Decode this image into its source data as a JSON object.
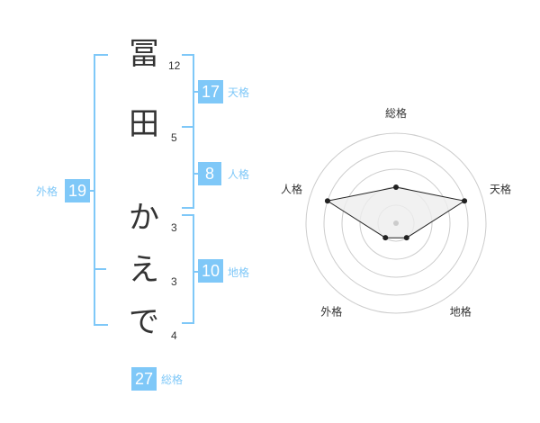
{
  "name": {
    "chars": [
      {
        "char": "冨",
        "strokes": "12"
      },
      {
        "char": "田",
        "strokes": "5"
      },
      {
        "char": "か",
        "strokes": "3"
      },
      {
        "char": "え",
        "strokes": "3"
      },
      {
        "char": "で",
        "strokes": "4"
      }
    ]
  },
  "fortune": {
    "tenkaku": {
      "value": "17",
      "label": "天格"
    },
    "jinkaku": {
      "value": "8",
      "label": "人格"
    },
    "chikaku": {
      "value": "10",
      "label": "地格"
    },
    "gaikaku": {
      "value": "19",
      "label": "外格"
    },
    "soukaku": {
      "value": "27",
      "label": "総格"
    }
  },
  "chart_data": {
    "type": "radar",
    "axes": [
      "総格",
      "天格",
      "地格",
      "外格",
      "人格"
    ],
    "values": [
      2,
      4,
      1,
      1,
      4
    ],
    "max": 5,
    "rings": 5,
    "fill_color": "#eeeeee",
    "line_color": "#222222",
    "ring_color": "#cccccc"
  },
  "colors": {
    "accent": "#7fc8f8",
    "text": "#333333"
  }
}
